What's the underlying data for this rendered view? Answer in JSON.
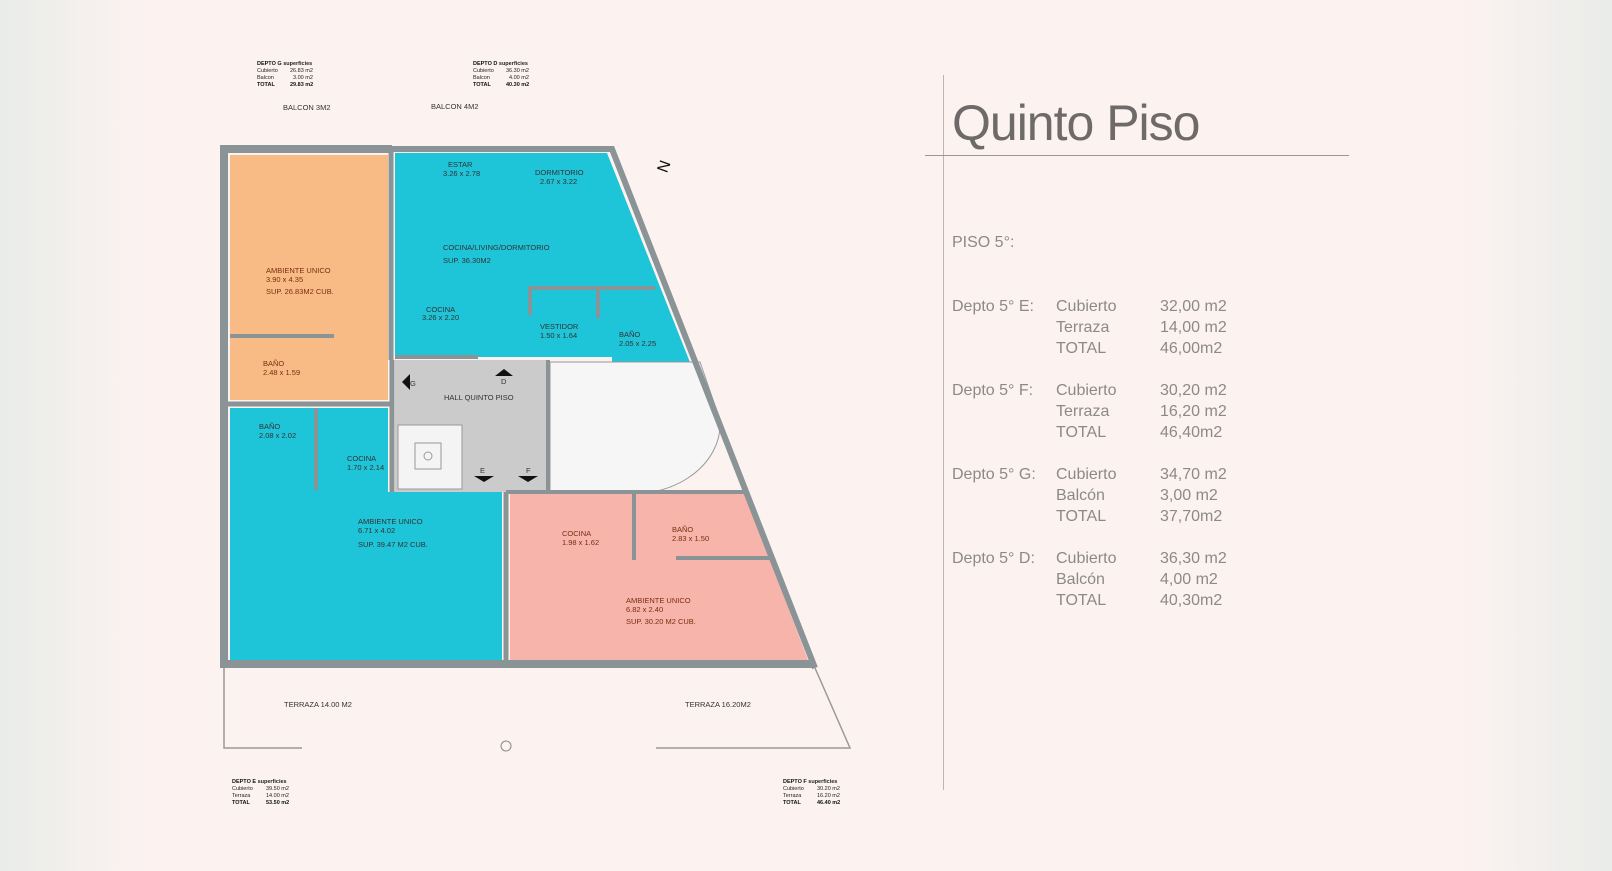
{
  "title": "Quinto Piso",
  "piso_label": "PISO 5°:",
  "deptos": [
    {
      "name": "Depto 5° E:",
      "rows": [
        {
          "label": "Cubierto",
          "value": "32,00 m2"
        },
        {
          "label": "Terraza",
          "value": "14,00 m2"
        },
        {
          "label": "TOTAL",
          "value": "46,00m2"
        }
      ]
    },
    {
      "name": "Depto 5° F:",
      "rows": [
        {
          "label": "Cubierto",
          "value": "30,20 m2"
        },
        {
          "label": "Terraza",
          "value": "16,20 m2"
        },
        {
          "label": "TOTAL",
          "value": "46,40m2"
        }
      ]
    },
    {
      "name": "Depto 5° G:",
      "rows": [
        {
          "label": "Cubierto",
          "value": "34,70 m2"
        },
        {
          "label": "Balcón",
          "value": "3,00 m2"
        },
        {
          "label": "TOTAL",
          "value": "37,70m2"
        }
      ]
    },
    {
      "name": "Depto 5° D:",
      "rows": [
        {
          "label": "Cubierto",
          "value": "36,30 m2"
        },
        {
          "label": "Balcón",
          "value": "4,00 m2"
        },
        {
          "label": "TOTAL",
          "value": "40,30m2"
        }
      ]
    }
  ],
  "plan": {
    "colors": {
      "orange": "#f8bb86",
      "cyan": "#1ec4d8",
      "pink": "#f7b4aa",
      "hall": "#cbcbcb",
      "wall": "#8a9396"
    },
    "tables": {
      "g": {
        "title": "DEPTO G",
        "sub": "superficies",
        "r1": [
          "Cubierto",
          "26.83 m2"
        ],
        "r2": [
          "Balcon",
          "3.00 m2"
        ],
        "r3": [
          "TOTAL",
          "29.83 m2"
        ]
      },
      "d": {
        "title": "DEPTO D",
        "sub": "superficies",
        "r1": [
          "Cubierto",
          "36.30 m2"
        ],
        "r2": [
          "Balcon",
          "4.00 m2"
        ],
        "r3": [
          "TOTAL",
          "40.30 m2"
        ]
      },
      "e": {
        "title": "DEPTO E",
        "sub": "superficies",
        "r1": [
          "Cubierto",
          "39.50 m2"
        ],
        "r2": [
          "Terraza",
          "14.00 m2"
        ],
        "r3": [
          "TOTAL",
          "53.50 m2"
        ]
      },
      "f": {
        "title": "DEPTO F",
        "sub": "superficies",
        "r1": [
          "Cubierto",
          "30.20 m2"
        ],
        "r2": [
          "Terraza",
          "16.20 m2"
        ],
        "r3": [
          "TOTAL",
          "46.40 m2"
        ]
      }
    },
    "balcon_g": "BALCON 3M2",
    "balcon_d": "BALCON 4M2",
    "terraza_e": "TERRAZA 14.00 M2",
    "terraza_f": "TERRAZA 16.20M2",
    "north": "N",
    "hall": "HALL QUINTO PISO",
    "doors": {
      "g": "G",
      "d": "D",
      "e": "E",
      "f": "F"
    },
    "rooms": {
      "estar": [
        "ESTAR",
        "3.26 x 2.78"
      ],
      "dormitorio": [
        "DORMITORIO",
        "2.67 x 3.22"
      ],
      "cld": [
        "COCINA/LIVING/DORMITORIO",
        "SUP. 36.30M2"
      ],
      "cocina_d": [
        "COCINA",
        "3.26 x 2.20"
      ],
      "vestidor": [
        "VESTIDOR",
        "1.50 x 1.64"
      ],
      "bano_d": [
        "BAÑO",
        "2.05 x 2.25"
      ],
      "amb_g": [
        "AMBIENTE UNICO",
        "3.90 x 4.35",
        "SUP. 26.83M2 CUB."
      ],
      "bano_g": [
        "BAÑO",
        "2.48 x 1.59"
      ],
      "bano_e": [
        "BAÑO",
        "2.08 x 2.02"
      ],
      "cocina_e": [
        "COCINA",
        "1.70 x 2.14"
      ],
      "amb_e": [
        "AMBIENTE UNICO",
        "6.71 x 4.02",
        "SUP. 39.47 M2 CUB."
      ],
      "cocina_f": [
        "COCINA",
        "1.98 x 1.62"
      ],
      "bano_f": [
        "BAÑO",
        "2.83 x 1.50"
      ],
      "amb_f": [
        "AMBIENTE UNICO",
        "6.82 x 2.40",
        "SUP. 30.20 M2 CUB."
      ]
    }
  }
}
